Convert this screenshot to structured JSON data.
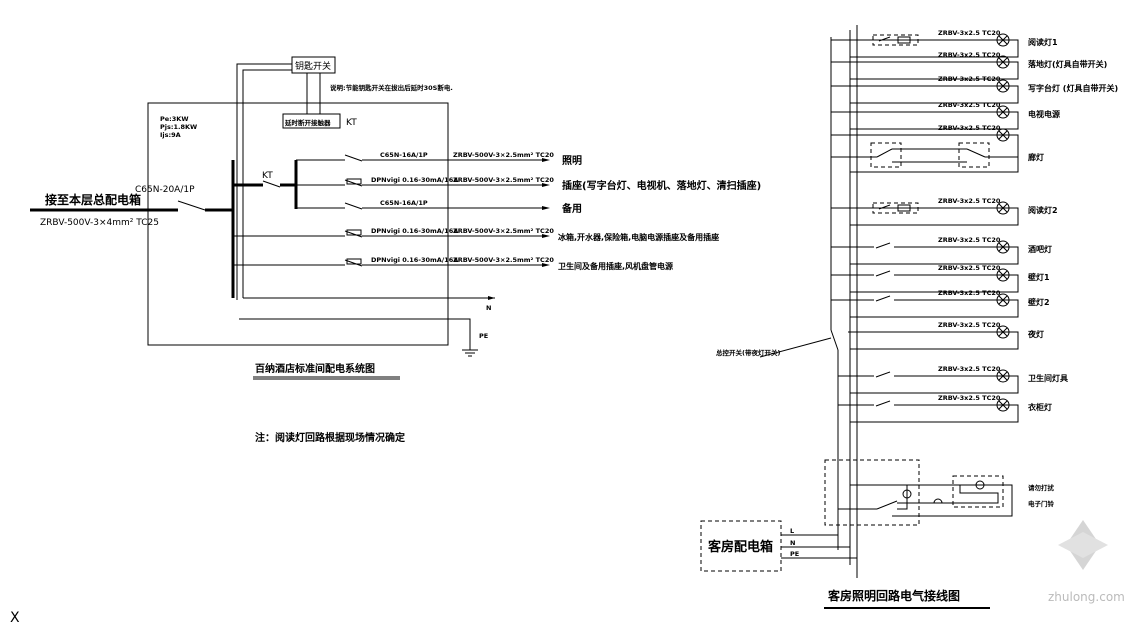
{
  "left_diagram": {
    "title": "百纳酒店标准间配电系统图",
    "note": "注：阅读灯回路根据现场情况确定",
    "feed_label": "接至本层总配电箱",
    "feed_cable": "ZRBV-500V-3×4mm² TC25",
    "main_breaker": "C65N-20A/1P",
    "key_switch": "钥匙开关",
    "key_note": "说明:节能钥匙开关在拔出后延时30S断电.",
    "relay": "延时断开接触器",
    "relay_tag": "KT",
    "kt_contact": "KT",
    "load_info": [
      "Pe:3KW",
      "Pjs:1.8KW",
      "Ijs:9A"
    ],
    "branches": [
      {
        "breaker": "C65N-16A/1P",
        "cable": "ZRBV-500V-3×2.5mm² TC20",
        "load": "照明"
      },
      {
        "breaker": "DPNvigi 0.16-30mA/16A",
        "cable": "ZRBV-500V-3×2.5mm² TC20",
        "load": "插座(写字台灯、电视机、落地灯、清扫插座)"
      },
      {
        "breaker": "C65N-16A/1P",
        "cable": "",
        "load": "备用"
      },
      {
        "breaker": "DPNvigi 0.16-30mA/16A",
        "cable": "ZRBV-500V-3×2.5mm² TC20",
        "load": "冰箱,开水器,保险箱,电脑电源插座及备用插座"
      },
      {
        "breaker": "DPNvigi 0.16-30mA/16A",
        "cable": "ZRBV-500V-3×2.5mm² TC20",
        "load": "卫生间及备用插座,风机盘管电源"
      }
    ],
    "n_label": "N",
    "pe_label": "PE"
  },
  "right_diagram": {
    "title": "客房照明回路电气接线图",
    "panel": "客房配电箱",
    "wires": [
      "L",
      "N",
      "PE"
    ],
    "master_switch": "总控开关(带夜灯开关)",
    "circuits": [
      {
        "cable": "ZRBV-3x2.5 TC20",
        "label": "阅读灯1",
        "switch": "dimmer"
      },
      {
        "cable": "ZRBV-3x2.5 TC20",
        "label": "落地灯(灯具自带开关)",
        "switch": "none"
      },
      {
        "cable": "ZRBV-3x2.5 TC20",
        "label": "写字台灯 (灯具自带开关)",
        "switch": "none"
      },
      {
        "cable": "ZRBV-3x2.5 TC20",
        "label": "电视电源",
        "switch": "none"
      },
      {
        "cable": "ZRBV-3x2.5 TC20",
        "label": "廊灯",
        "switch": "two-way"
      },
      {
        "cable": "ZRBV-3x2.5 TC20",
        "label": "阅读灯2",
        "switch": "dimmer"
      },
      {
        "cable": "ZRBV-3x2.5 TC20",
        "label": "酒吧灯",
        "switch": "single"
      },
      {
        "cable": "ZRBV-3x2.5 TC20",
        "label": "壁灯1",
        "switch": "single"
      },
      {
        "cable": "ZRBV-3x2.5 TC20",
        "label": "壁灯2",
        "switch": "single"
      },
      {
        "cable": "ZRBV-3x2.5 TC20",
        "label": "夜灯",
        "switch": "master"
      },
      {
        "cable": "ZRBV-3x2.5 TC20",
        "label": "卫生间灯具",
        "switch": "single"
      },
      {
        "cable": "ZRBV-3x2.5 TC20",
        "label": "衣柜灯",
        "switch": "single"
      }
    ],
    "dnd_label": "请勿打扰",
    "bell_label": "电子门铃"
  },
  "watermark": "zhulong.com",
  "cursor_glyph": "X"
}
